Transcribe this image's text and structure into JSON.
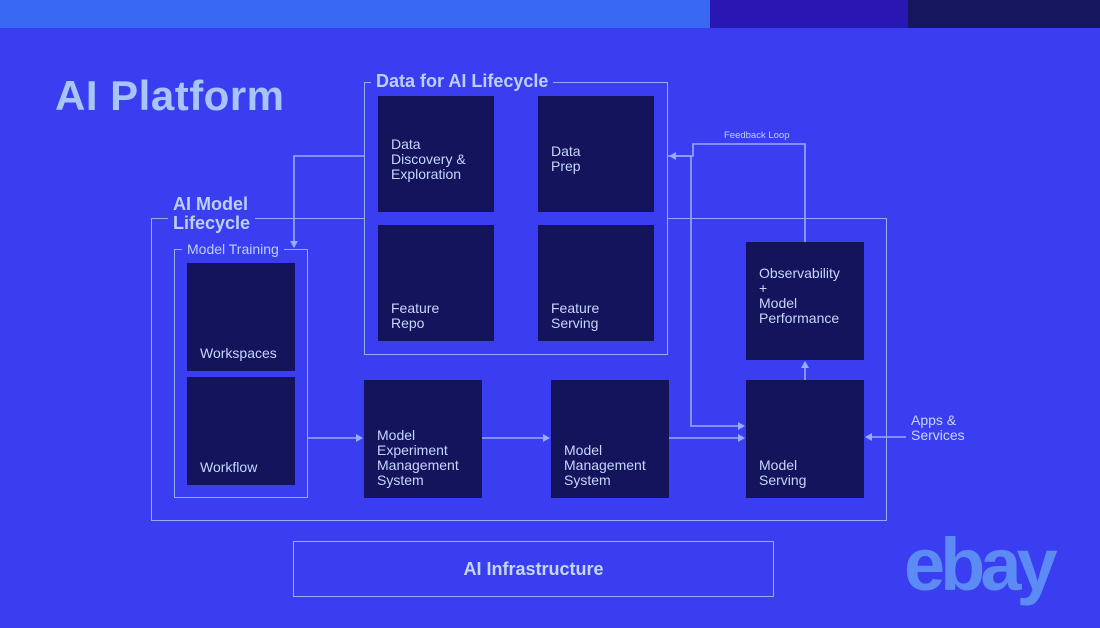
{
  "title": "AI Platform",
  "data_lifecycle": {
    "label": "Data for AI Lifecycle",
    "boxes": {
      "discovery": "Data\nDiscovery &\nExploration",
      "prep": "Data\nPrep",
      "feature_repo": "Feature\nRepo",
      "feature_serving": "Feature\nServing"
    }
  },
  "model_lifecycle": {
    "label": "AI Model\nLifecycle",
    "training": {
      "label": "Model Training",
      "workspaces": "Workspaces",
      "workflow": "Workflow"
    },
    "experiment": "Model\nExperiment\nManagement\nSystem",
    "management": "Model\nManagement\nSystem",
    "serving": "Model\nServing",
    "observability": "Observability\n+\nModel\nPerformance"
  },
  "feedback_loop": "Feedback Loop",
  "apps_services": "Apps &\nServices",
  "infrastructure": "AI Infrastructure",
  "logo": "ebay",
  "colors": {
    "background": "#3a3ef0",
    "box": "#14145c",
    "line": "#93aefa",
    "label": "#bcd0fc",
    "title": "#a7c4fb",
    "logo": "#5c8bf5"
  }
}
